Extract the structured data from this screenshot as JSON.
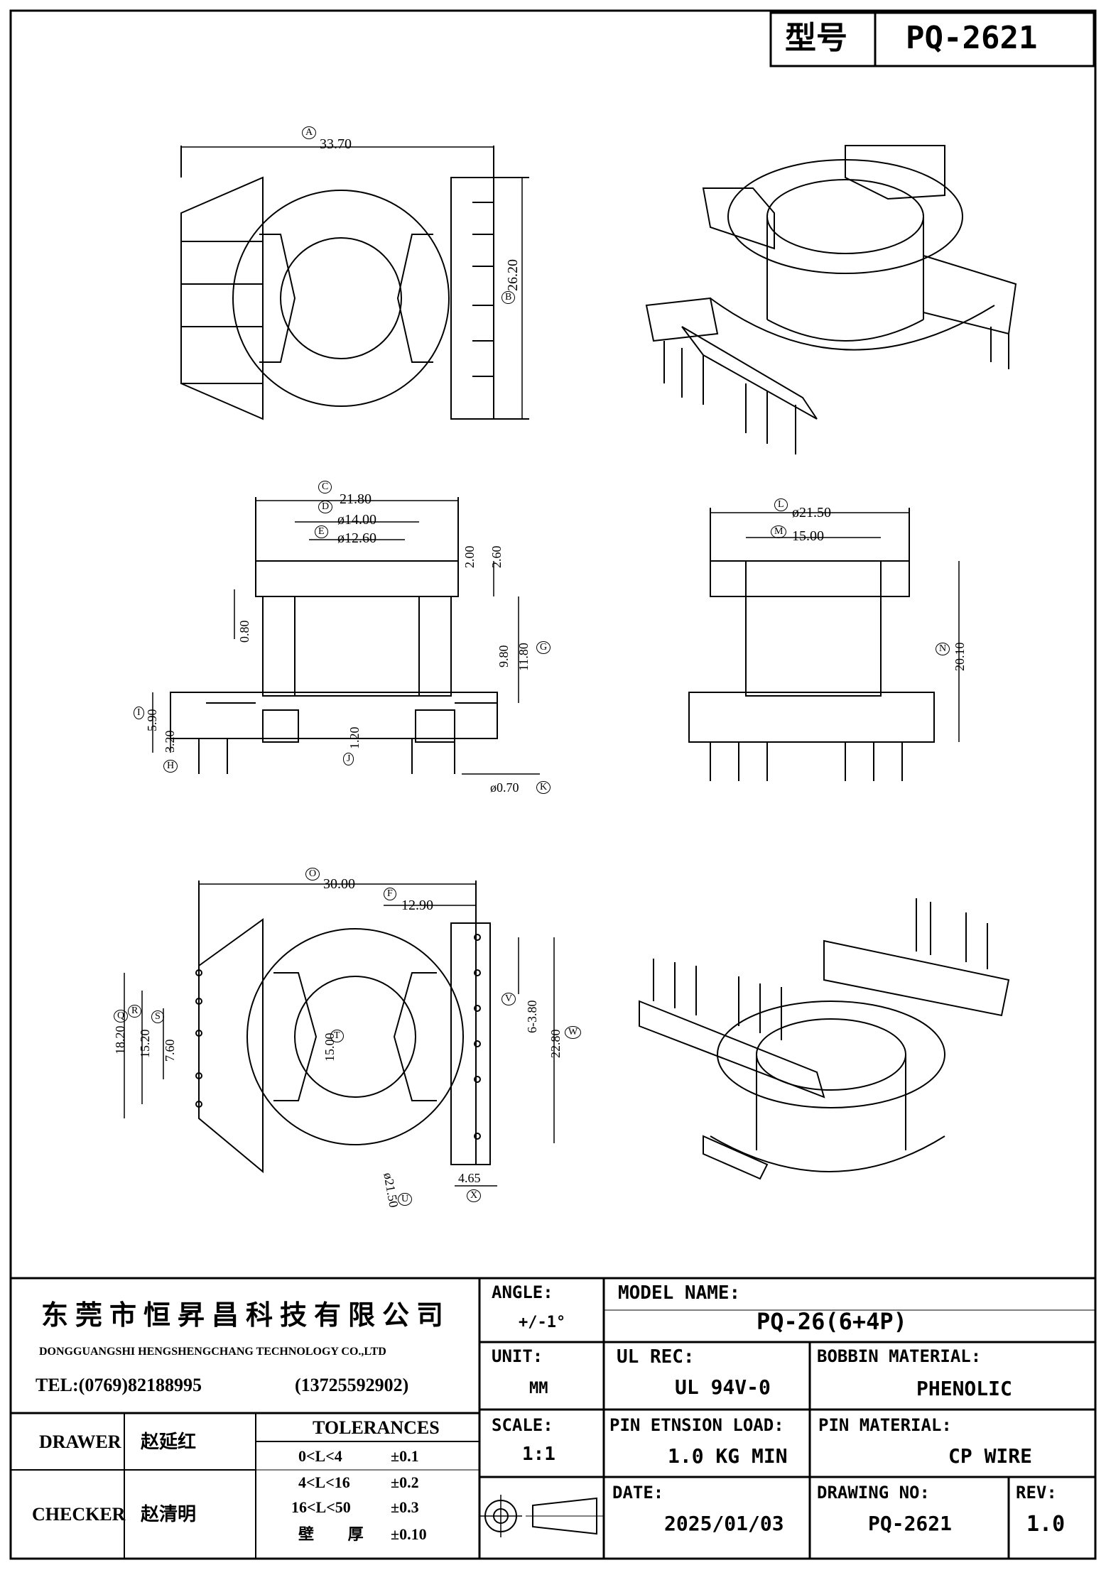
{
  "header": {
    "type_label": "型号",
    "type_value": "PQ-2621"
  },
  "dimensions": {
    "A": {
      "label": "A",
      "value": "33.70"
    },
    "B": {
      "label": "B",
      "value": "26.20"
    },
    "C": {
      "label": "C",
      "value": "21.80"
    },
    "D": {
      "label": "D",
      "value": "ø14.00"
    },
    "E": {
      "label": "E",
      "value": "ø12.60"
    },
    "F": {
      "label": "F",
      "value": "12.90"
    },
    "G": {
      "label": "G",
      "value": "11.80"
    },
    "H": {
      "label": "H",
      "value": "3.20"
    },
    "I": {
      "label": "I",
      "value": "5.90"
    },
    "J": {
      "label": "J",
      "value": "1.20"
    },
    "K": {
      "label": "K",
      "value": "ø0.70"
    },
    "L": {
      "label": "L",
      "value": "ø21.50"
    },
    "M": {
      "label": "M",
      "value": "15.00"
    },
    "N": {
      "label": "N",
      "value": "20.10"
    },
    "O": {
      "label": "O",
      "value": "30.00"
    },
    "Q": {
      "label": "Q",
      "value": "18.20"
    },
    "R": {
      "label": "R",
      "value": "15.20"
    },
    "S": {
      "label": "S",
      "value": "7.60"
    },
    "T": {
      "label": "T",
      "value": "15.00"
    },
    "U": {
      "label": "U",
      "value": "ø21.50"
    },
    "V": {
      "label": "V",
      "value": "6-3.80"
    },
    "W": {
      "label": "W",
      "value": "22.80"
    },
    "X": {
      "label": "X",
      "value": "4.65"
    },
    "extra_200": "2.00",
    "extra_260": "2.60",
    "extra_080": "0.80",
    "extra_980": "9.80"
  },
  "title_block": {
    "company_cn": "东莞市恒昇昌科技有限公司",
    "company_en": "DONGGUANGSHI HENGSHENGCHANG TECHNOLOGY CO.,LTD",
    "tel": "TEL:(0769)82188995",
    "mobile": "(13725592902)",
    "angle_label": "ANGLE:",
    "angle_value": "+/-1°",
    "unit_label": "UNIT:",
    "unit_value": "MM",
    "scale_label": "SCALE:",
    "scale_value": "1:1",
    "model_label": "MODEL NAME:",
    "model_value": "PQ-26(6+4P)",
    "ul_label": "UL REC:",
    "ul_value": "UL 94V-0",
    "bobbin_label": "BOBBIN MATERIAL:",
    "bobbin_value": "PHENOLIC",
    "pin_load_label": "PIN ETNSION LOAD:",
    "pin_load_value": "1.0 KG MIN",
    "pin_mat_label": "PIN MATERIAL:",
    "pin_mat_value": "CP WIRE",
    "date_label": "DATE:",
    "date_value": "2025/01/03",
    "drawing_label": "DRAWING NO:",
    "drawing_value": "PQ-2621",
    "rev_label": "REV:",
    "rev_value": "1.0",
    "drawer_label": "DRAWER",
    "drawer_value": "赵延红",
    "checker_label": "CHECKER",
    "checker_value": "赵清明",
    "tolerances_label": "TOLERANCES",
    "tolerances": [
      {
        "range": "0<L<4",
        "tol": "±0.1"
      },
      {
        "range": "4<L<16",
        "tol": "±0.2"
      },
      {
        "range": "16<L<50",
        "tol": "±0.3"
      },
      {
        "range": "壁 厚",
        "tol": "±0.10"
      }
    ]
  }
}
